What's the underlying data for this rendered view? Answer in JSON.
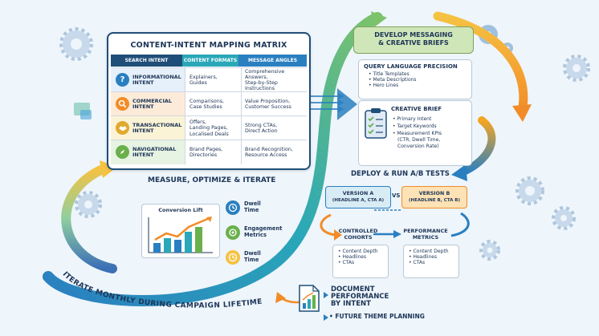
{
  "matrix": {
    "title": "CONTENT-INTENT MAPPING MATRIX",
    "headers": [
      "SEARCH INTENT",
      "CONTENT FORMATS",
      "MESSAGE ANGLES"
    ],
    "rows": [
      {
        "intent_line1": "INFORMATIONAL",
        "intent_line2": "INTENT",
        "formats_line1": "Explainers,",
        "formats_line2": "Guides",
        "formats_line3": "",
        "angles_line1": "Comprehensive Answers,",
        "angles_line2": "Step-by-Step Instructions",
        "icon": "question-icon",
        "color": "#e6f0fa"
      },
      {
        "intent_line1": "COMMERCIAL",
        "intent_line2": "INTENT",
        "formats_line1": "Comparisons,",
        "formats_line2": "Case Studies",
        "formats_line3": "",
        "angles_line1": "Value Proposition,",
        "angles_line2": "Customer Success",
        "icon": "magnifier-icon",
        "color": "#fdebd9"
      },
      {
        "intent_line1": "TRANSACTIONAL",
        "intent_line2": "INTENT",
        "formats_line1": "Offers,",
        "formats_line2": "Landing Pages,",
        "formats_line3": "Localised Deals",
        "angles_line1": "Strong CTAs,",
        "angles_line2": "Direct Action",
        "icon": "handshake-icon",
        "color": "#fbf3d6"
      },
      {
        "intent_line1": "NAVIGATIONAL",
        "intent_line2": "INTENT",
        "formats_line1": "Brand Pages,",
        "formats_line2": "Directories",
        "formats_line3": "",
        "angles_line1": "Brand Recognition,",
        "angles_line2": "Resource Access",
        "icon": "compass-icon",
        "color": "#e7f3e3"
      }
    ]
  },
  "messaging": {
    "banner_line1": "DEVELOP MESSAGING",
    "banner_line2": "& CREATIVE BRIEFS",
    "qlp_title": "QUERY LANGUAGE PRECISION",
    "qlp_items": [
      "Title Templates",
      "Meta Descriptions",
      "Hero Lines"
    ],
    "brief_title": "CREATIVE BRIEF",
    "brief_items": [
      "Primary Intent",
      "Target Keywords",
      "Measurement KPIs"
    ],
    "brief_kpi_detail_1": "(CTR, Dwell Time,",
    "brief_kpi_detail_2": "Conversion Rate)"
  },
  "deploy": {
    "title": "DEPLOY & RUN A/B TESTS",
    "version_a": "VERSION A",
    "version_a_sub": "(HEADLINE A, CTA A)",
    "vs": "VS",
    "version_b": "VERSION B",
    "version_b_sub": "(HEADLINE B, CTA B)",
    "cohorts_line1": "CONTROLLED",
    "cohorts_line2": "COHORTS",
    "metrics_line1": "PERFORMANCE",
    "metrics_line2": "METRICS",
    "list_items": [
      "Content Depth",
      "Headlines",
      "CTAs"
    ]
  },
  "measure": {
    "title": "MEASURE, OPTIMIZE & ITERATE",
    "chart_title": "Conversion Lift",
    "metrics": [
      {
        "line1": "Dwell",
        "line2": "Time"
      },
      {
        "line1": "Engagement",
        "line2": "Metrics"
      },
      {
        "line1": "Dwell",
        "line2": "Time"
      }
    ]
  },
  "bottom": {
    "curve_text": "ITERATE MONTHLY DURING CAMPAIGN LIFETIME",
    "doc_line1": "DOCUMENT",
    "doc_line2": "PERFORMANCE",
    "doc_line3": "BY INTENT",
    "future": "FUTURE THEME PLANNING"
  },
  "colors": {
    "navy": "#1d3557",
    "teal": "#2aa7b8",
    "orange": "#f28c28",
    "green": "#6ab04c",
    "yellow": "#f5c242"
  }
}
